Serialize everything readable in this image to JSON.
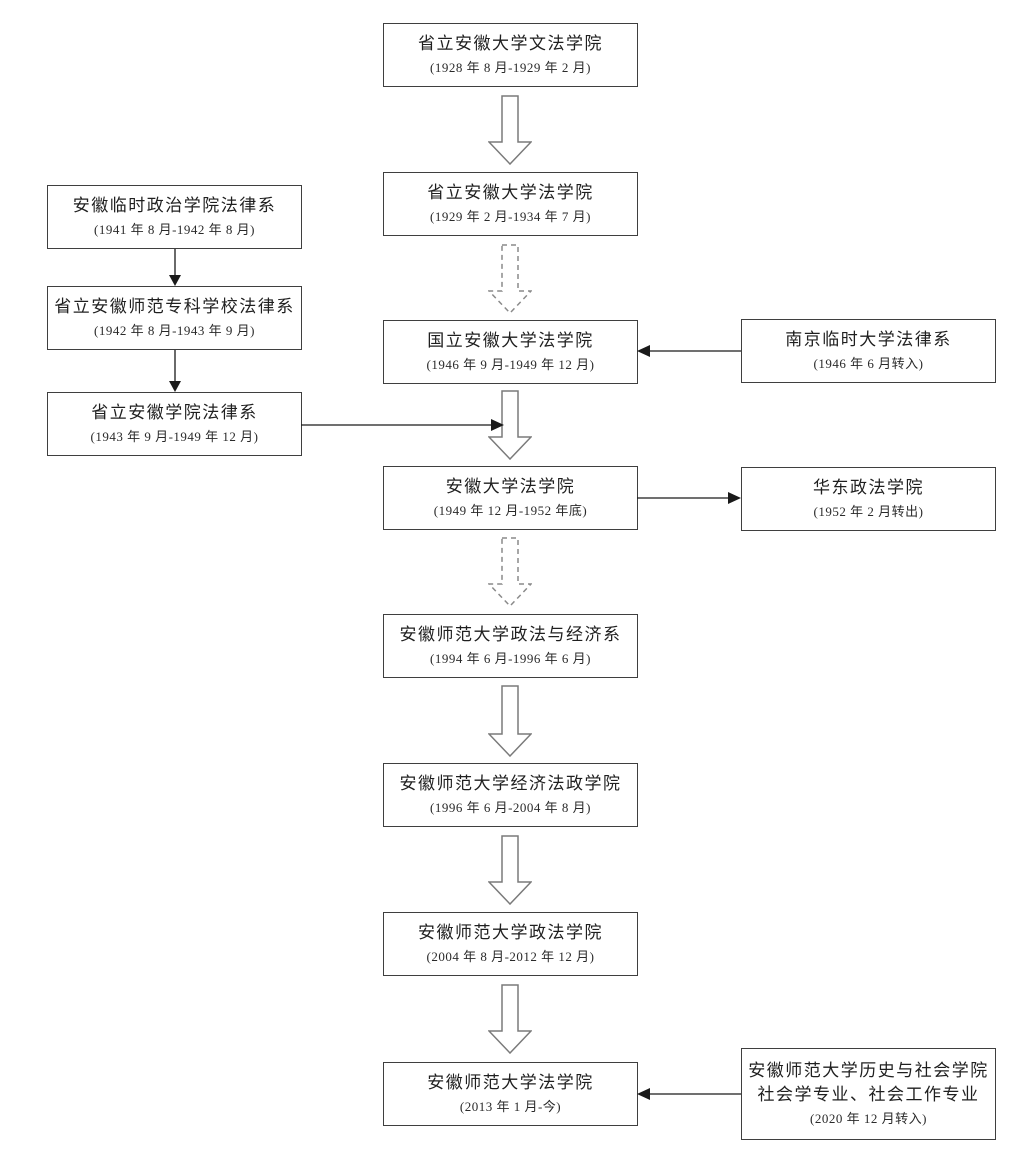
{
  "diagram": {
    "main_flow": [
      {
        "title": "省立安徽大学文法学院",
        "period": "(1928 年 8 月-1929 年 2 月)"
      },
      {
        "title": "省立安徽大学法学院",
        "period": "(1929 年 2 月-1934 年 7 月)"
      },
      {
        "title": "国立安徽大学法学院",
        "period": "(1946 年 9 月-1949 年 12 月)"
      },
      {
        "title": "安徽大学法学院",
        "period": "(1949 年 12 月-1952 年底)"
      },
      {
        "title": "安徽师范大学政法与经济系",
        "period": "(1994 年 6 月-1996 年 6 月)"
      },
      {
        "title": "安徽师范大学经济法政学院",
        "period": "(1996 年 6 月-2004 年 8 月)"
      },
      {
        "title": "安徽师范大学政法学院",
        "period": "(2004 年 8 月-2012 年 12 月)"
      },
      {
        "title": "安徽师范大学法学院",
        "period": "(2013 年 1 月-今)"
      }
    ],
    "left_branch": [
      {
        "title": "安徽临时政治学院法律系",
        "period": "(1941 年 8 月-1942 年 8 月)"
      },
      {
        "title": "省立安徽师范专科学校法律系",
        "period": "(1942 年 8 月-1943 年 9 月)"
      },
      {
        "title": "省立安徽学院法律系",
        "period": "(1943 年 9 月-1949 年 12 月)"
      }
    ],
    "right_branch": [
      {
        "title": "南京临时大学法律系",
        "period": "(1946 年 6 月转入)"
      },
      {
        "title": "华东政法学院",
        "period": "(1952 年 2 月转出)"
      },
      {
        "title": "安徽师范大学历史与社会学院",
        "subtitle": "社会学专业、社会工作专业",
        "period": "(2020 年 12 月转入)"
      }
    ],
    "colors": {
      "box_border": "#3f3f3f",
      "hollow_arrow_outline": "#7a7a7a",
      "dashed_arrow_outline": "#8a8a8a",
      "connector_line": "#1a1a1a"
    }
  }
}
